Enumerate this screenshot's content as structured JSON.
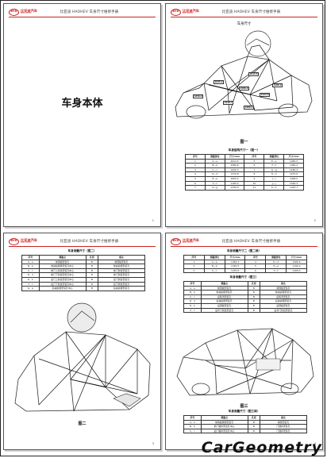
{
  "header": {
    "logo_mark": "BYD",
    "logo_cn": "比亚迪汽车",
    "logo_en": "BYD AUTO",
    "doc_title": "比亚迪 HAOHEV 车身尺寸维修手册"
  },
  "page1": {
    "title": "车身本体",
    "page_number": "1"
  },
  "page2": {
    "section_title": "车身尺寸",
    "figure_caption": "图一",
    "table_title": "车身结构尺寸一（图一）",
    "table": {
      "headers": [
        "序号",
        "测量部位",
        "尺寸/mm",
        "序号",
        "测量部位",
        "尺寸/mm"
      ],
      "rows": [
        [
          "1",
          "A—a",
          "2012.5",
          "5",
          "E—e",
          "1280.5"
        ],
        [
          "2",
          "B—b",
          "1580.6",
          "6",
          "F—f",
          "1360.2"
        ],
        [
          "3",
          "C—c",
          "1420.3",
          "7",
          "G—g",
          "1180.4"
        ],
        [
          "4",
          "D—d",
          "1310.8",
          "8",
          "H—h",
          "1270.6"
        ],
        [
          "5",
          "E—e",
          "1650.2",
          "9",
          "I—i",
          "1408.5"
        ],
        [
          "6",
          "F—f",
          "1185.4",
          "10",
          "J—j",
          "1590.3"
        ],
        [
          "7",
          "G—g",
          "1330.0",
          "11",
          "K—k",
          "1245.7"
        ]
      ]
    },
    "labels": [
      "2012.5",
      "1645.2",
      "1580.6",
      "1423.8",
      "1310.7",
      "1186.2",
      "1650.0",
      "1366.1"
    ],
    "page_number": "2"
  },
  "page3": {
    "table_title": "车身测量尺寸（图二）",
    "table": {
      "headers": [
        "序号",
        "测量点",
        "孔径",
        "备注"
      ],
      "rows": [
        [
          "A、a",
          "前围板安装孔",
          "B",
          "前围板安装孔"
        ],
        [
          "B、b",
          "前减震器座安装孔中心",
          "B",
          "前减震器安装孔"
        ],
        [
          "C、c",
          "前门上铰链安装孔中心",
          "B",
          "前门铰链安装孔"
        ],
        [
          "D、d",
          "前门下铰链安装孔中心",
          "B",
          "前门铰链安装孔"
        ],
        [
          "E、e",
          "后门上铰链安装孔中心",
          "B",
          "后门铰链安装孔"
        ],
        [
          "F、f",
          "后门下铰链安装孔中心",
          "B",
          "后门铰链安装孔"
        ],
        [
          "G、g",
          "后减震器安装孔中心",
          "B",
          "后减震器安装孔"
        ]
      ]
    },
    "figure_caption": "图二",
    "page_number": "3"
  },
  "page4": {
    "table1_title": "车身测量尺寸二（图二续）",
    "table1": {
      "headers": [
        "序号",
        "测量部位",
        "尺寸/mm",
        "序号",
        "测量部位",
        "尺寸/mm"
      ],
      "rows": [
        [
          "1",
          "A—a",
          "1450.3",
          "4",
          "D—d",
          "1280.6"
        ],
        [
          "2",
          "B—b",
          "1320.5",
          "5",
          "E—e",
          "1190.2"
        ],
        [
          "3",
          "C—c",
          "1235.8",
          "6",
          "F—f",
          "1308.4"
        ]
      ]
    },
    "table2_title": "车身测量尺寸（图三）",
    "table2": {
      "headers": [
        "序号",
        "测量点",
        "孔径",
        "备注"
      ],
      "rows": [
        [
          "A、a",
          "前围板安装孔",
          "B",
          "前围板安装孔"
        ],
        [
          "B、b",
          "前减震器安装孔",
          "B",
          "前减震器安装孔"
        ],
        [
          "C、c",
          "后轮罩安装孔",
          "B",
          "后轮罩安装孔"
        ],
        [
          "D、d",
          "后减震器安装孔",
          "B",
          "后减震器安装孔"
        ],
        [
          "E、e",
          "后围板安装孔",
          "B",
          "后围板安装孔"
        ],
        [
          "F、f",
          "后背门铰链安装孔",
          "B",
          "后背门铰链安装孔"
        ]
      ]
    },
    "figure_caption": "图三",
    "table3_title": "车身测量尺寸（图三续）",
    "table3": {
      "headers": [
        "序号",
        "测量点",
        "孔径",
        "备注"
      ],
      "rows": [
        [
          "A、a",
          "前地板横梁安装孔",
          "B",
          "横梁安装孔"
        ],
        [
          "B、b",
          "前门锁扣安装孔中心",
          "B",
          "门锁扣安装孔"
        ],
        [
          "C、c",
          "后门锁扣安装孔中心",
          "B",
          "门锁扣安装孔"
        ]
      ]
    },
    "page_number": "4"
  },
  "watermark": "CarGeometry"
}
